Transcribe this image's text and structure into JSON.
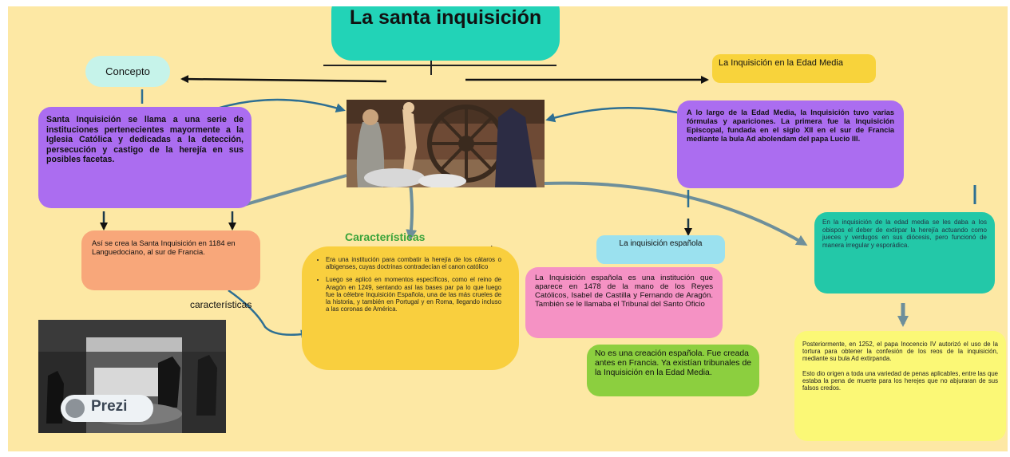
{
  "title": "La santa inquisición",
  "concepto_label": "Concepto",
  "concepto_text": "Santa Inquisición se llama a una serie de instituciones pertenecientes mayormente a la Iglesia Católica y dedicadas a la detección, persecución y castigo de la herejía en sus posibles facetas.",
  "creation_text": "Así se crea la Santa Inquisición en 1184 en Languedociano, al sur de Francia.",
  "caracteristicas_title": "Características",
  "caracteristicas_items": [
    "Era una institución para combatir la herejía de los cátaros o albigenses, cuyas doctrinas contradecían el canon católico",
    "Luego se aplicó en momentos específicos, como el reino de Aragón en 1249, sentando así las bases par pa lo que luego fue la célebre Inquisición Española, una de las más crueles de la historia, y también en Portugal y en Roma, llegando incluso a las coronas de América."
  ],
  "caracteristicas_label": "características",
  "edad_media_label": "La Inquisición en la Edad Media",
  "edad_media_text": "A lo largo de la Edad Media, la Inquisición tuvo varias fórmulas y apariciones. La primera fue la Inquisición Episcopal, fundada en el siglo XII en el sur de Francia mediante la bula Ad abolendam del papa Lucio III.",
  "inquisicion_espanola_label": "La inquisición española",
  "inquisicion_espanola_text": "La Inquisición española es una institución que aparece en 1478 de la mano de los Reyes Católicos, Isabel de Castilla y Fernando de Aragón. También se le llamaba el Tribunal del Santo Oficio",
  "no_espanola_text": "No es una creación española. Fue creada antes en Francia. Ya existían tribunales de la Inquisición en la Edad Media.",
  "edad_media_detail_text": "En la inquisición de la edad media se les daba a los obispos el deber de extirpar la herejía actuando como jueces y verdugos en sus diócesis, pero funcionó de manera irregular y esporádica.",
  "posterior_paragraphs": [
    "Posteriormente, en 1252, el papa Inocencio IV autorizó el uso de la tortura para obtener la confesión de los reos de la inquisición, mediante su bula Ad extirpanda.",
    "Esto dio origen a toda una variedad de penas aplicables, entre las que estaba la pena de muerte para los herejes que no abjuraran de sus falsos credos."
  ],
  "watermark": "Prezi",
  "colors": {
    "background": "#fde8a4",
    "title_box": "#22d3b7",
    "purple": "#ab6df0",
    "orange": "#f8a77a",
    "yellow": "#f9cf3e",
    "pink": "#f592c4",
    "green": "#8ccf3f",
    "teal": "#23c8a8",
    "light_yellow": "#fbf876",
    "arrow_blue": "#2e6f92"
  }
}
